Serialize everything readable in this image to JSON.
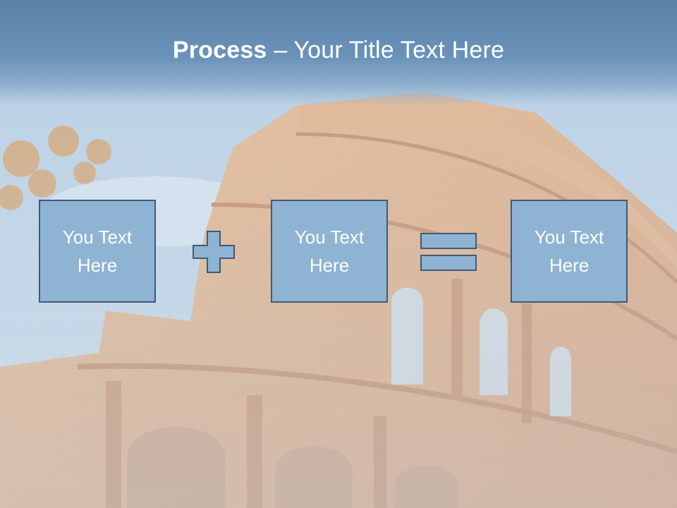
{
  "title": {
    "strong": "Process",
    "dash": " – ",
    "rest": "Your Title Text Here"
  },
  "boxes": [
    {
      "text": "You Text\nHere"
    },
    {
      "text": "You Text\nHere"
    },
    {
      "text": "You Text\nHere"
    }
  ],
  "operators": [
    "plus-icon",
    "equals-icon"
  ],
  "colors": {
    "title_band": "#5b82a8",
    "box_fill": "#8fb3d3",
    "box_border": "#3f5a74"
  }
}
